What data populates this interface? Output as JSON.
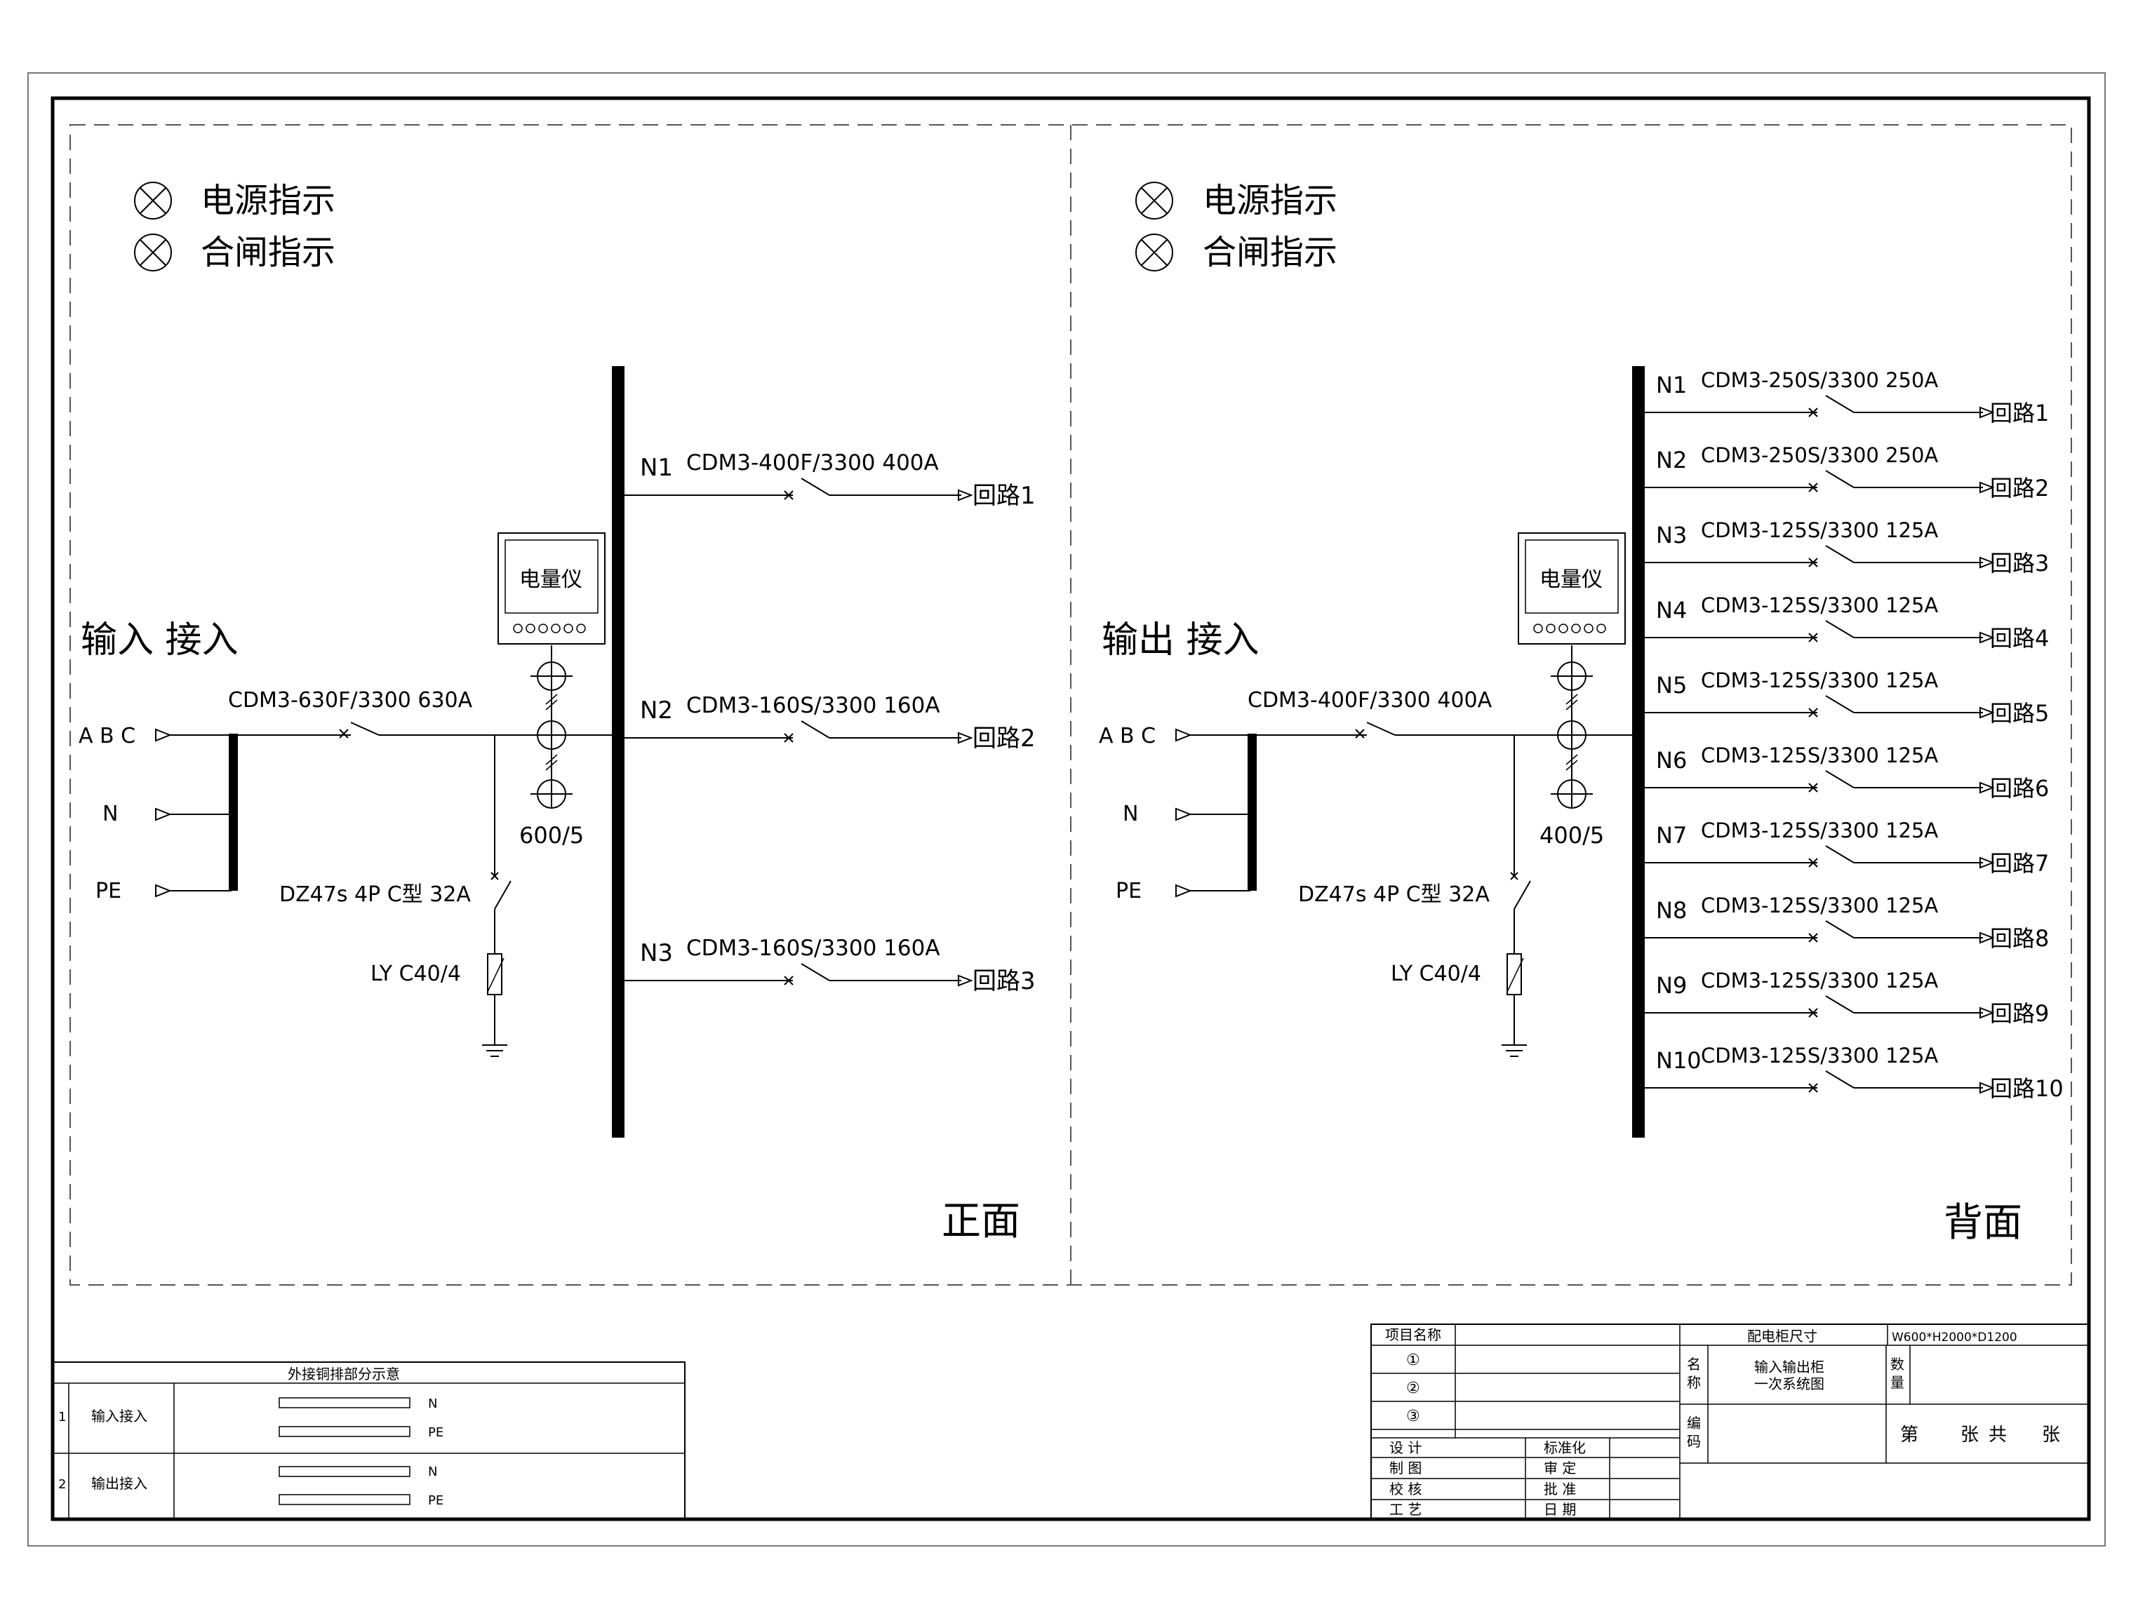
{
  "panels": [
    {
      "indicators": [
        "电源指示",
        "合闸指示"
      ],
      "input_title": "输入 接入",
      "meter_label": "电量仪",
      "phase_labels": [
        "A B C",
        "N",
        "PE"
      ],
      "main_breaker": "CDM3-630F/3300 630A",
      "ct_ratio": "600/5",
      "aux_breaker": "DZ47s 4P C型 32A",
      "arrester": "LY C40/4",
      "view_label": "正面",
      "feeders": [
        {
          "id": "N1",
          "breaker": "CDM3-400F/3300 400A",
          "circuit": "回路1"
        },
        {
          "id": "N2",
          "breaker": "CDM3-160S/3300 160A",
          "circuit": "回路2"
        },
        {
          "id": "N3",
          "breaker": "CDM3-160S/3300 160A",
          "circuit": "回路3"
        }
      ]
    },
    {
      "indicators": [
        "电源指示",
        "合闸指示"
      ],
      "input_title": "输出 接入",
      "meter_label": "电量仪",
      "phase_labels": [
        "A B C",
        "N",
        "PE"
      ],
      "main_breaker": "CDM3-400F/3300 400A",
      "ct_ratio": "400/5",
      "aux_breaker": "DZ47s 4P C型 32A",
      "arrester": "LY C40/4",
      "view_label": "背面",
      "feeders": [
        {
          "id": "N1",
          "breaker": "CDM3-250S/3300 250A",
          "circuit": "回路1"
        },
        {
          "id": "N2",
          "breaker": "CDM3-250S/3300 250A",
          "circuit": "回路2"
        },
        {
          "id": "N3",
          "breaker": "CDM3-125S/3300 125A",
          "circuit": "回路3"
        },
        {
          "id": "N4",
          "breaker": "CDM3-125S/3300 125A",
          "circuit": "回路4"
        },
        {
          "id": "N5",
          "breaker": "CDM3-125S/3300 125A",
          "circuit": "回路5"
        },
        {
          "id": "N6",
          "breaker": "CDM3-125S/3300 125A",
          "circuit": "回路6"
        },
        {
          "id": "N7",
          "breaker": "CDM3-125S/3300 125A",
          "circuit": "回路7"
        },
        {
          "id": "N8",
          "breaker": "CDM3-125S/3300 125A",
          "circuit": "回路8"
        },
        {
          "id": "N9",
          "breaker": "CDM3-125S/3300 125A",
          "circuit": "回路9"
        },
        {
          "id": "N10",
          "breaker": "CDM3-125S/3300 125A",
          "circuit": "回路10"
        }
      ]
    }
  ],
  "busbar_table": {
    "title": "外接铜排部分示意",
    "rows": [
      {
        "no": "1",
        "name": "输入接入",
        "bars": [
          "N",
          "PE"
        ]
      },
      {
        "no": "2",
        "name": "输出接入",
        "bars": [
          "N",
          "PE"
        ]
      }
    ]
  },
  "title_block": {
    "project_label": "项目名称",
    "circled": [
      "①",
      "②",
      "③"
    ],
    "sign_left": [
      "设 计",
      "制 图",
      "校 核",
      "工 艺"
    ],
    "sign_mid": [
      "标准化",
      "审 定",
      "批 准",
      "日 期"
    ],
    "size_label": "配电柜尺寸",
    "size_value": "W600*H2000*D1200",
    "name_label_1": "名",
    "name_label_2": "称",
    "name_line_1": "输入输出柜",
    "name_line_2": "一次系统图",
    "qty_label_1": "数",
    "qty_label_2": "量",
    "code_label_1": "编",
    "code_label_2": "码",
    "sheet_1": "第",
    "sheet_2": "张",
    "sheet_3": "共",
    "sheet_4": "张"
  }
}
